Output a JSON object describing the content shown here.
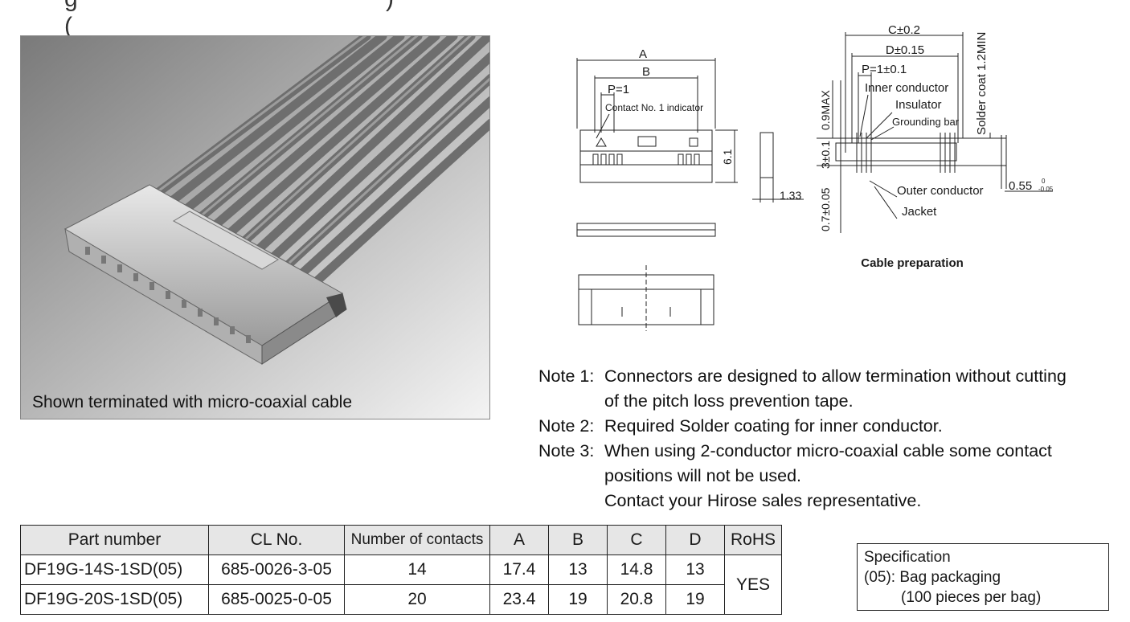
{
  "header_fragment": "g (",
  "header_fragment_end": ")",
  "photo": {
    "caption": "Shown terminated with micro-coaxial cable"
  },
  "drawing": {
    "dim_A": "A",
    "dim_B": "B",
    "dim_P": "P=1",
    "contact_indicator": "Contact No. 1 indicator",
    "dim_6_1": "6.1",
    "dim_1_33": "1.33",
    "cable_C": "C±0.2",
    "cable_D": "D±0.15",
    "cable_P": "P=1±0.1",
    "inner_conductor": "Inner conductor",
    "insulator": "Insulator",
    "grounding_bar": "Grounding bar",
    "solder_coat": "Solder coat 1.2MIN",
    "max_0_9": "0.9MAX",
    "dim_3": "3±0.1",
    "dim_0_7": "0.7±0.05",
    "outer_conductor": "Outer conductor",
    "jacket": "Jacket",
    "dim_0_55": "0.55",
    "tol_upper": "0",
    "tol_lower": "-0.05",
    "cable_prep_title": "Cable preparation"
  },
  "notes": [
    {
      "label": "Note 1:",
      "lines": [
        "Connectors are designed to allow termination without cutting",
        "of the pitch loss prevention tape."
      ]
    },
    {
      "label": "Note 2:",
      "lines": [
        "Required Solder coating for inner conductor."
      ]
    },
    {
      "label": "Note 3:",
      "lines": [
        "When using 2-conductor micro-coaxial cable some contact",
        "positions will not be used.",
        "Contact your Hirose sales representative."
      ]
    }
  ],
  "table": {
    "headers": [
      "Part number",
      "CL No.",
      "Number of contacts",
      "A",
      "B",
      "C",
      "D",
      "RoHS"
    ],
    "rows": [
      [
        "DF19G-14S-1SD(05)",
        "685-0026-3-05",
        "14",
        "17.4",
        "13",
        "14.8",
        "13"
      ],
      [
        "DF19G-20S-1SD(05)",
        "685-0025-0-05",
        "20",
        "23.4",
        "19",
        "20.8",
        "19"
      ]
    ],
    "rohs": "YES"
  },
  "spec": {
    "title": "Specification",
    "line1": "(05): Bag packaging",
    "line2": "(100 pieces per bag)"
  }
}
